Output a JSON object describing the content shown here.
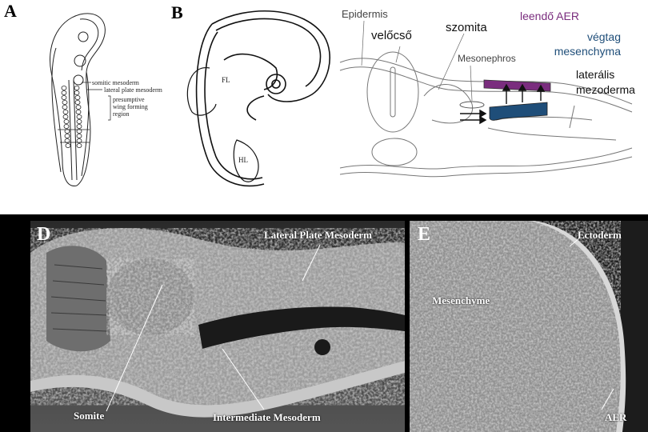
{
  "panel_a": {
    "letter": "A",
    "labels": {
      "somitic": "somitic mesoderm",
      "lateral": "lateral plate mesoderm",
      "presumptive": "presumptive wing forming region"
    }
  },
  "panel_b": {
    "letter": "B",
    "labels": {
      "fl": "FL",
      "hl": "HL"
    }
  },
  "panel_c": {
    "labels": {
      "epidermis": "Epidermis",
      "velocso": "velőcső",
      "szomita": "szomita",
      "mesonephros": "Mesonephros",
      "leendo_aer": "leendő AER",
      "vegtag_mesenchyma": "végtag mesenchyma",
      "lateralis_mezoderma": "laterális mezoderma"
    },
    "colors": {
      "aer": "#7a2d7e",
      "mesenchyma": "#1f4e79"
    }
  },
  "panel_d": {
    "letter": "D",
    "labels": {
      "lateral_plate": "Lateral Plate Mesoderm",
      "somite": "Somite",
      "intermediate": "Intermediate Mesoderm"
    }
  },
  "panel_e": {
    "letter": "E",
    "labels": {
      "ectoderm": "Ectoderm",
      "mesenchyme": "Mesenchyme",
      "aer": "AER"
    }
  }
}
